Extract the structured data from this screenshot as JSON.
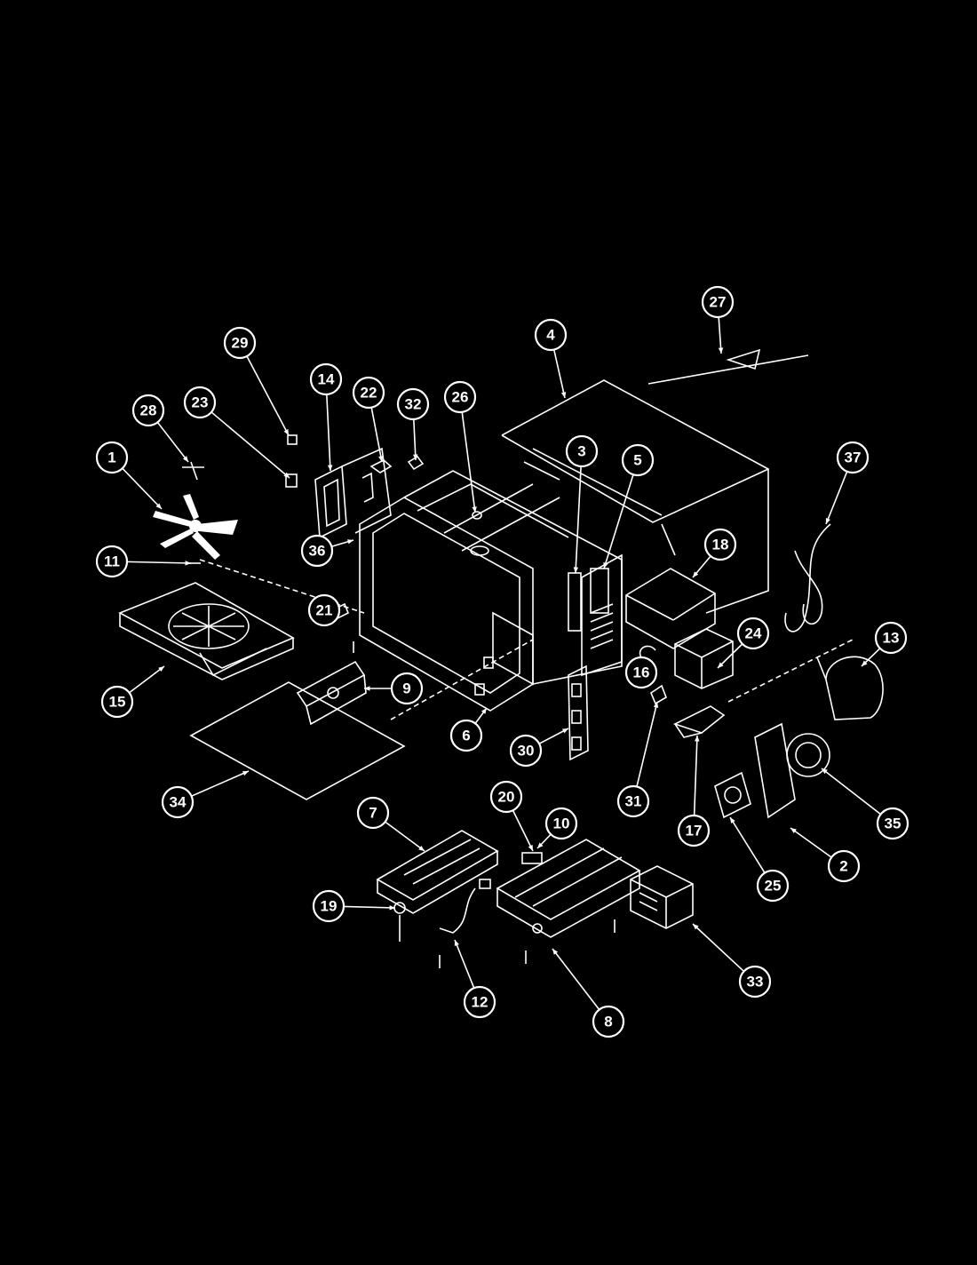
{
  "diagram": {
    "background_color": "#000000",
    "line_color": "#ffffff",
    "callouts": [
      {
        "id": "1",
        "label": "1"
      },
      {
        "id": "2",
        "label": "2"
      },
      {
        "id": "3",
        "label": "3"
      },
      {
        "id": "4",
        "label": "4"
      },
      {
        "id": "5",
        "label": "5"
      },
      {
        "id": "6",
        "label": "6"
      },
      {
        "id": "7",
        "label": "7"
      },
      {
        "id": "8",
        "label": "8"
      },
      {
        "id": "9",
        "label": "9"
      },
      {
        "id": "10",
        "label": "10"
      },
      {
        "id": "11",
        "label": "11"
      },
      {
        "id": "12",
        "label": "12"
      },
      {
        "id": "13",
        "label": "13"
      },
      {
        "id": "14",
        "label": "14"
      },
      {
        "id": "15",
        "label": "15"
      },
      {
        "id": "16",
        "label": "16"
      },
      {
        "id": "17",
        "label": "17"
      },
      {
        "id": "18",
        "label": "18"
      },
      {
        "id": "19",
        "label": "19"
      },
      {
        "id": "20",
        "label": "20"
      },
      {
        "id": "21",
        "label": "21"
      },
      {
        "id": "22",
        "label": "22"
      },
      {
        "id": "23",
        "label": "23"
      },
      {
        "id": "24",
        "label": "24"
      },
      {
        "id": "25",
        "label": "25"
      },
      {
        "id": "26",
        "label": "26"
      },
      {
        "id": "27",
        "label": "27"
      },
      {
        "id": "28",
        "label": "28"
      },
      {
        "id": "29",
        "label": "29"
      },
      {
        "id": "30",
        "label": "30"
      },
      {
        "id": "31",
        "label": "31"
      },
      {
        "id": "32",
        "label": "32"
      },
      {
        "id": "33",
        "label": "33"
      },
      {
        "id": "34",
        "label": "34"
      },
      {
        "id": "35",
        "label": "35"
      },
      {
        "id": "36",
        "label": "36"
      },
      {
        "id": "37",
        "label": "37"
      }
    ]
  }
}
